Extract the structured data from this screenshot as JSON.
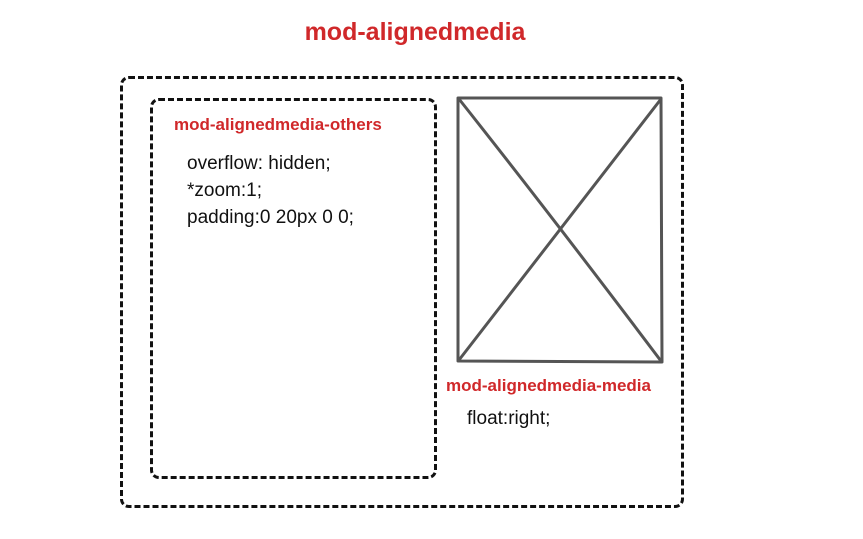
{
  "title": "mod-alignedmedia",
  "others": {
    "label": "mod-alignedmedia-others",
    "code": [
      "overflow: hidden;",
      "*zoom:1;",
      "padding:0 20px 0 0;"
    ]
  },
  "media": {
    "label": "mod-alignedmedia-media",
    "code": "float:right;",
    "icon": "image-placeholder-icon"
  },
  "colors": {
    "label_red": "#d0282a",
    "stroke": "#555555",
    "border": "#111111"
  }
}
